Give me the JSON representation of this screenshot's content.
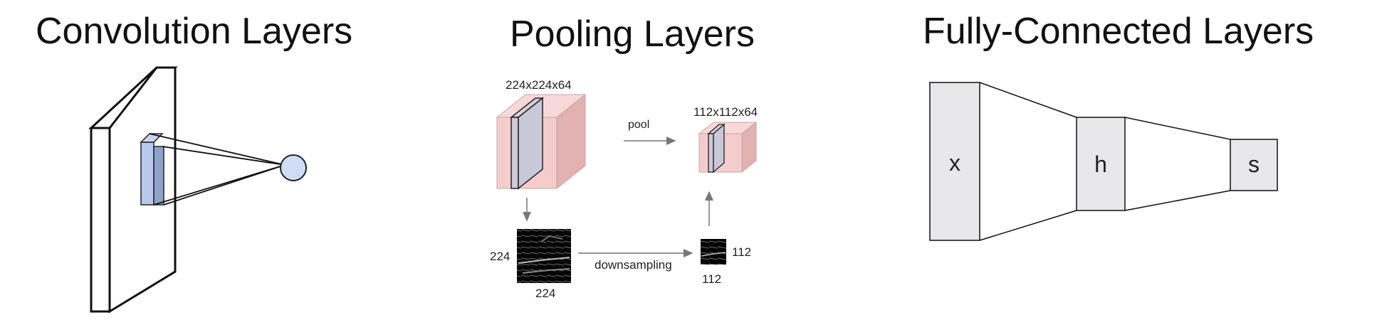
{
  "titles": {
    "conv": "Convolution Layers",
    "pool": "Pooling Layers",
    "fc": "Fully-Connected Layers"
  },
  "pooling": {
    "input_volume": "224x224x64",
    "output_volume": "112x112x64",
    "pool_label": "pool",
    "downsampling_label": "downsampling",
    "input_height": "224",
    "input_width": "224",
    "output_height": "112",
    "output_width": "112"
  },
  "fc": {
    "x": "x",
    "h": "h",
    "s": "s"
  },
  "colors": {
    "volume_fill": "#f4cccc",
    "volume_side": "#e6b0b0",
    "slice_fill": "#c9c8d8",
    "filter_fill": "#b9c9ec",
    "neuron_fill": "#cfdcf6",
    "fc_box_fill": "#e8e8ea"
  }
}
